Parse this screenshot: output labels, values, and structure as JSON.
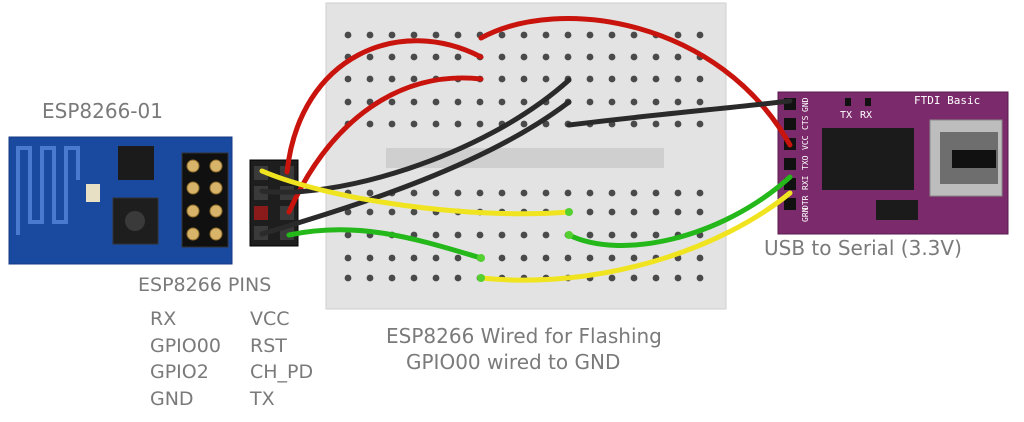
{
  "module_title": "ESP8266-01",
  "pins": {
    "title": "ESP8266 PINS",
    "left": [
      "RX",
      "GPIO00",
      "GPIO2",
      "GND"
    ],
    "right": [
      "VCC",
      "RST",
      "CH_PD",
      "TX"
    ]
  },
  "caption": {
    "line1": "ESP8266 Wired for Flashing",
    "line2": "GPIO00 wired to GND"
  },
  "ftdi": {
    "title": "FTDI Basic",
    "label": "USB to Serial (3.3V)",
    "led_labels": [
      "TX",
      "RX"
    ],
    "pin_labels": [
      "GRN",
      "DTR",
      "RXI",
      "TXO",
      "VCC",
      "CTS",
      "GND"
    ]
  },
  "colors": {
    "red_wire": "#c8140c",
    "black_wire": "#2a2a2a",
    "yellow_wire": "#f0e420",
    "green_wire": "#24b81a",
    "esp_board": "#1a4aa0",
    "ftdi_board": "#7b2a6b",
    "breadboard": "#e4e4e4"
  }
}
